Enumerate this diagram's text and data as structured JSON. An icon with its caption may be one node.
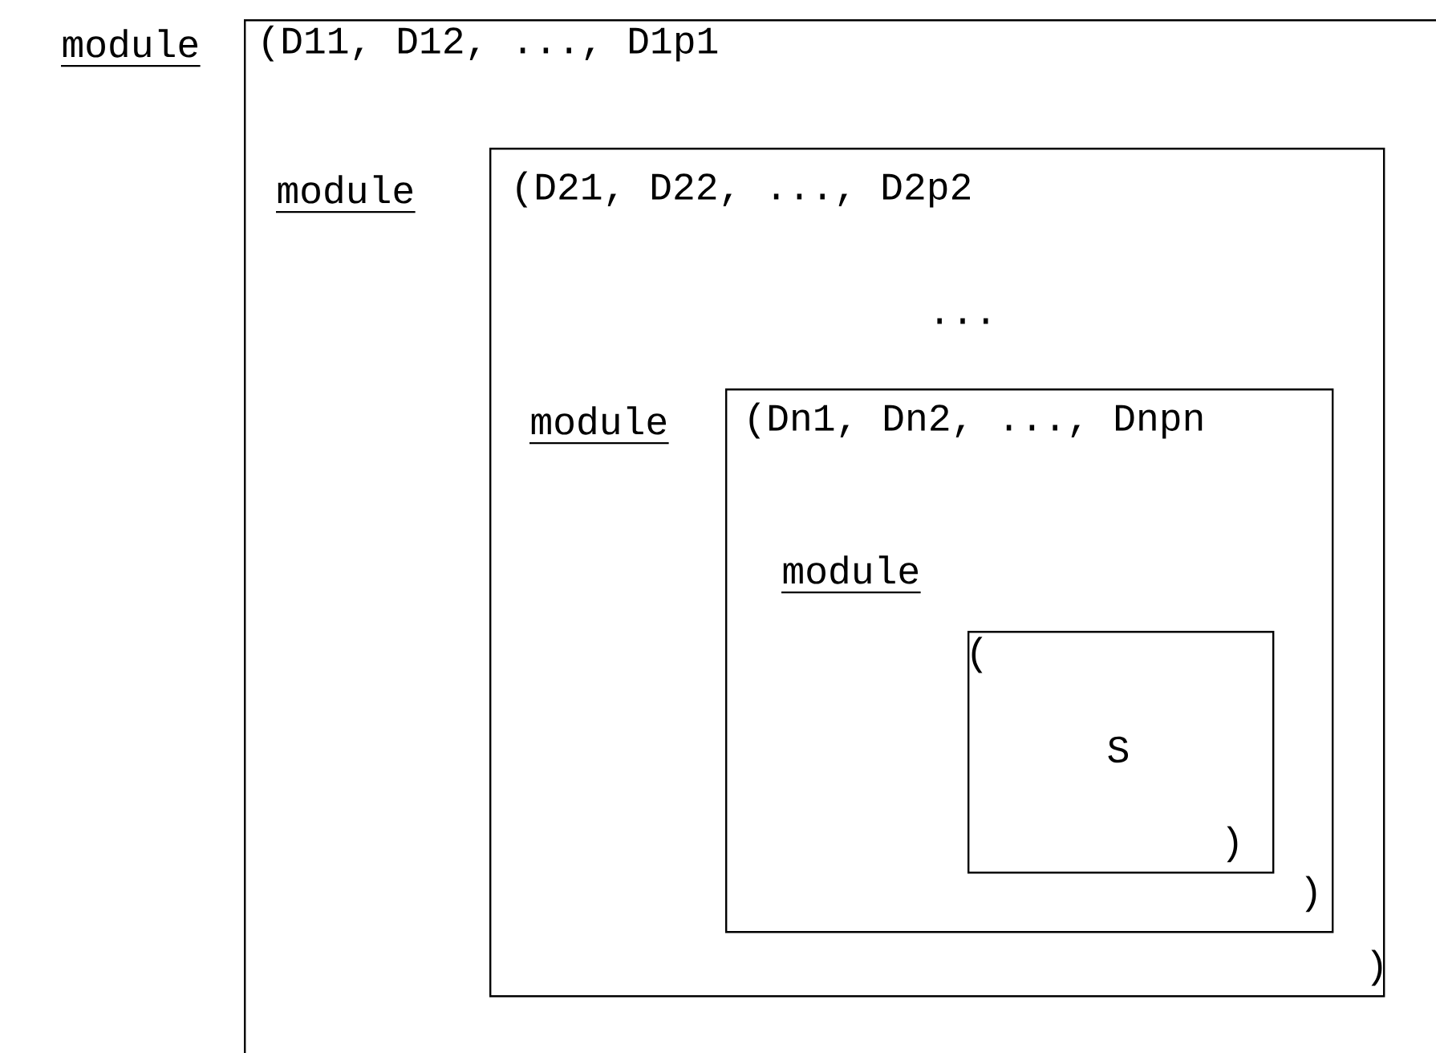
{
  "diagram": {
    "nodes": [
      {
        "text": [
          "module",
          "(D11, D12, ..., D1p1"
        ]
      },
      {
        "text": [
          "module",
          "(D21, D22, ..., D2p2",
          "...",
          ")"
        ],
        "in": 0
      },
      {
        "text": [
          "module",
          "(Dn1, Dn2, ..., Dnpn",
          ")"
        ],
        "in": 1
      },
      {
        "text": [
          "module",
          "(",
          "S",
          ")"
        ],
        "in": 2
      }
    ]
  }
}
